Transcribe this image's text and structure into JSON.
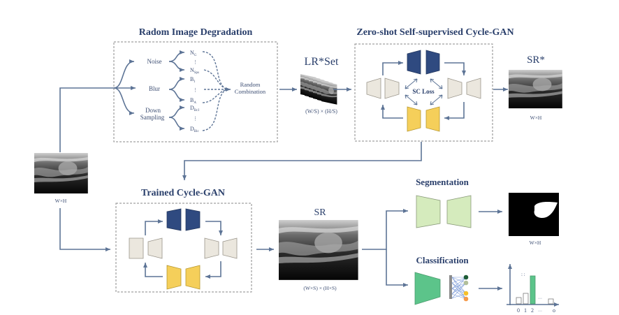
{
  "titles": {
    "degradation": "Radom Image Degradation",
    "zero_shot": "Zero-shot Self-supervised Cycle-GAN",
    "trained": "Trained Cycle-GAN",
    "segmentation": "Segmentation",
    "classification": "Classification"
  },
  "degradation": {
    "noise": "Noise",
    "blur": "Blur",
    "down1": "Down",
    "down2": "Sampling",
    "items": {
      "n_g": "N",
      "n_g_sub": "G",
      "n_sps": "N",
      "n_sps_sub": "Sps",
      "b_i": "B",
      "b_i_sub": "I",
      "b_a": "B",
      "b_a_sub": "A",
      "d_bci": "D",
      "d_bci_sub": "BcI",
      "d_bic": "D",
      "d_bic_sub": "Bic",
      "vdots": "⋮"
    },
    "random1": "Random",
    "random2": "Combination"
  },
  "lrset": {
    "label": "LR*Set",
    "dims": "(W/S)  ×  (H/S)"
  },
  "sc_loss": "SC Loss",
  "sr_star": {
    "label": "SR*",
    "dims": "W×H"
  },
  "input": {
    "dims": "W×H"
  },
  "sr": {
    "label": "SR",
    "dims": "(W×S)  ×  (H×S)"
  },
  "seg_output": {
    "dims": "W×H"
  },
  "histogram": {
    "ticks": [
      "0",
      "1",
      "2",
      "···",
      "o"
    ],
    "dots_top": ":  :",
    "dots_mid": "···",
    "values": [
      0.18,
      0.3,
      0.8,
      0.14
    ],
    "highlight_index": 2
  },
  "colors": {
    "primary_dark": "#2f4a80",
    "neutral": "#ebe7de",
    "yellow": "#f5cf5a",
    "light_green": "#d5ebbd",
    "green": "#5cc48a",
    "line": "#5d7496",
    "node_dark_green": "#1d5c36",
    "node_sage": "#b2bf9a",
    "node_yellow": "#f5c02b",
    "node_orange": "#f59a4a"
  }
}
